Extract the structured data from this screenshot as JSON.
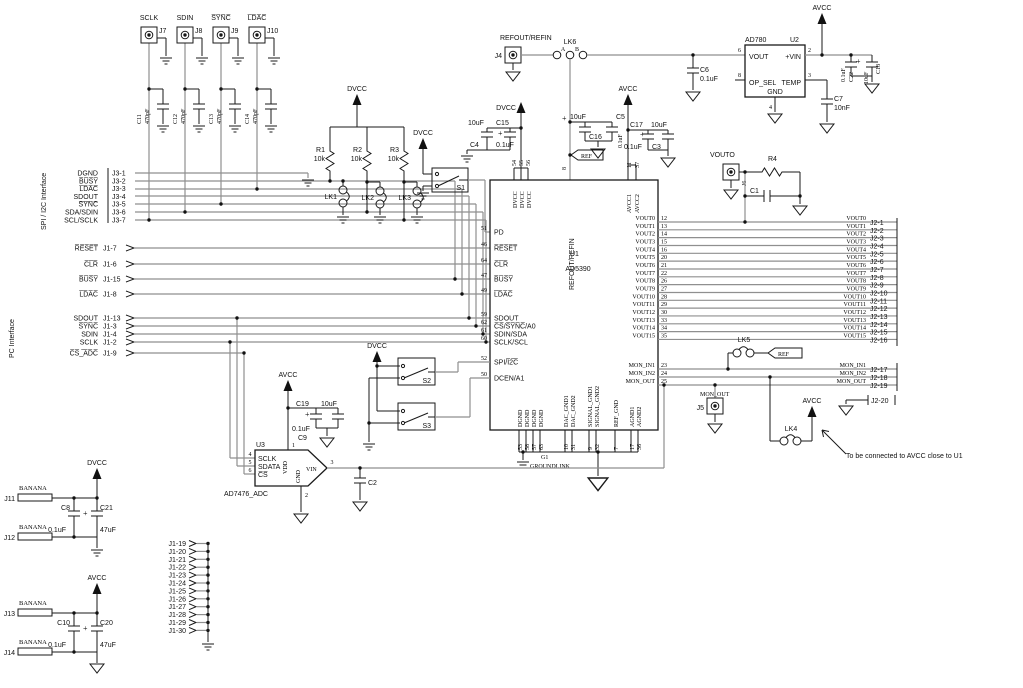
{
  "top_connectors": {
    "items": [
      {
        "label": "SCLK",
        "ref": "J7",
        "cap": "C11",
        "val": "470pF"
      },
      {
        "label": "SDIN",
        "ref": "J8",
        "cap": "C12",
        "val": "470pF"
      },
      {
        "label": "S̅Y̅N̅C̅",
        "ref": "J9",
        "cap": "C13",
        "val": "470pF"
      },
      {
        "label": "L̅D̅A̅C̅",
        "ref": "J10",
        "cap": "C14",
        "val": "470pF"
      }
    ]
  },
  "left": {
    "spi_label": "SPI / I2C Interface",
    "pc_label": "PC Interface",
    "j3_rows": [
      {
        "signal": "DGND",
        "pin": "J3-1"
      },
      {
        "signal": "B̅U̅S̅Y̅",
        "pin": "J3-2"
      },
      {
        "signal": "L̅D̅A̅C̅",
        "pin": "J3-3"
      },
      {
        "signal": "SDOUT",
        "pin": "J3-4"
      },
      {
        "signal": "S̅Y̅N̅C̅",
        "pin": "J3-5"
      },
      {
        "signal": "SDA/SDIN",
        "pin": "J3-6"
      },
      {
        "signal": "SCL/SCLK",
        "pin": "J3-7"
      }
    ],
    "j1_rows": [
      {
        "signal": "R̅E̅S̅E̅T̅",
        "pin": "J1-7"
      },
      {
        "signal": "C̅L̅R̅",
        "pin": "J1-6"
      },
      {
        "signal": "B̅U̅S̅Y̅",
        "pin": "J1-15"
      },
      {
        "signal": "L̅D̅A̅C̅",
        "pin": "J1-8"
      },
      {
        "signal": "SDOUT",
        "pin": "J1-13"
      },
      {
        "signal": "S̅Y̅N̅C̅",
        "pin": "J1-3"
      },
      {
        "signal": "SDIN",
        "pin": "J1-4"
      },
      {
        "signal": "SCLK",
        "pin": "J1-2"
      },
      {
        "signal": "C̅S̅_̅A̅D̅C̅",
        "pin": "J1-9"
      }
    ]
  },
  "pullups": {
    "rail": "DVCC",
    "resistors": [
      {
        "name": "R1",
        "value": "10k"
      },
      {
        "name": "R2",
        "value": "10k"
      },
      {
        "name": "R3",
        "value": "10k"
      }
    ],
    "links": [
      "LK1",
      "LK2",
      "LK3"
    ]
  },
  "s1": {
    "label": "S1",
    "rail": "DVCC"
  },
  "dvcc_caps": {
    "rail": "DVCC",
    "c1_val": "10uF",
    "c1_name": "C4",
    "c2_name": "C15",
    "c2_val": "0.1uF",
    "plus": "+"
  },
  "ref_net": {
    "title": "REFOUT/REFIN",
    "j4": "J4",
    "lk6": "LK6",
    "a": "A",
    "b": "B",
    "plus": "+",
    "c5_val": "10uF",
    "c5": "C5",
    "c16": "C16",
    "c16_val": "0.1uF",
    "flag": "REF"
  },
  "avcc_caps": {
    "rail": "AVCC",
    "c17": "C17",
    "c17_val": "10uF",
    "plus": "+",
    "c3": "C3",
    "c3_val": "0.1uF"
  },
  "ad780": {
    "part": "AD780",
    "ref": "U2",
    "vout": "VOUT",
    "vin": "+VIN",
    "op_sel": "OP_SEL",
    "temp": "TEMP",
    "gnd": "GND",
    "n_vout": "6",
    "n_vin": "2",
    "n_opsel": "8",
    "n_temp": "3",
    "n_gnd": "4",
    "c6": "C6",
    "c6_val": "0.1uF",
    "c7": "C7",
    "c7_val": "10nF",
    "rail": "AVCC",
    "c22": "C22",
    "c22_val": "0.1uF",
    "c18": "C18",
    "c18_val": "10uF",
    "plus": "+"
  },
  "u1": {
    "ref": "U1",
    "part": "AD5390",
    "left_pins": [
      {
        "num": "51",
        "name": "PD"
      },
      {
        "num": "46",
        "name": "R̅E̅S̅E̅T̅"
      },
      {
        "num": "64",
        "name": "C̅L̅R̅"
      },
      {
        "num": "47",
        "name": "B̅U̅S̅Y̅"
      },
      {
        "num": "49",
        "name": "L̅D̅A̅C̅"
      },
      {
        "num": "59",
        "name": "SDOUT"
      },
      {
        "num": "62",
        "name": "C̅S̅/S̅Y̅N̅C̅/A0"
      },
      {
        "num": "61",
        "name": "SDIN/SDA"
      },
      {
        "num": "60",
        "name": "SCLK/SCL"
      },
      {
        "num": "52",
        "name": "SPI/I̅2̅C̅"
      },
      {
        "num": "50",
        "name": "DCEN/A1"
      }
    ],
    "top_dvcc": {
      "name": "DVCC",
      "nums": [
        "54",
        "55",
        "56"
      ]
    },
    "top_refin": {
      "name": "REFOUT/REFIN",
      "num": "8"
    },
    "top_avcc": [
      {
        "name": "AVCC1",
        "num": "11"
      },
      {
        "name": "AVCC2",
        "num": "37"
      }
    ],
    "bottom_pins": [
      {
        "name": "DGND",
        "num": "53"
      },
      {
        "name": "DGND",
        "num": "58"
      },
      {
        "name": "DGND",
        "num": "57"
      },
      {
        "name": "DGND",
        "num": "63"
      },
      {
        "name": "DAC_GND1",
        "num": "10"
      },
      {
        "name": "DAC_GND2",
        "num": "31"
      },
      {
        "name": "SIGNAL_GND1",
        "num": "9"
      },
      {
        "name": "SIGNAL_GND2",
        "num": "32"
      },
      {
        "name": "REF_GND",
        "num": "7"
      },
      {
        "name": "AGND1",
        "num": "17"
      },
      {
        "name": "AGND2",
        "num": "36"
      }
    ],
    "vout_rows": [
      {
        "name": "VOUT0",
        "num": "12",
        "j2": "J2-1"
      },
      {
        "name": "VOUT1",
        "num": "13",
        "j2": "J2-2"
      },
      {
        "name": "VOUT2",
        "num": "14",
        "j2": "J2-3"
      },
      {
        "name": "VOUT3",
        "num": "15",
        "j2": "J2-4"
      },
      {
        "name": "VOUT4",
        "num": "16",
        "j2": "J2-5"
      },
      {
        "name": "VOUT5",
        "num": "20",
        "j2": "J2-6"
      },
      {
        "name": "VOUT6",
        "num": "21",
        "j2": "J2-7"
      },
      {
        "name": "VOUT7",
        "num": "22",
        "j2": "J2-8"
      },
      {
        "name": "VOUT8",
        "num": "26",
        "j2": "J2-9"
      },
      {
        "name": "VOUT9",
        "num": "27",
        "j2": "J2-10"
      },
      {
        "name": "VOUT10",
        "num": "28",
        "j2": "J2-11"
      },
      {
        "name": "VOUT11",
        "num": "29",
        "j2": "J2-12"
      },
      {
        "name": "VOUT12",
        "num": "30",
        "j2": "J2-13"
      },
      {
        "name": "VOUT13",
        "num": "33",
        "j2": "J2-14"
      },
      {
        "name": "VOUT14",
        "num": "34",
        "j2": "J2-15"
      },
      {
        "name": "VOUT15",
        "num": "35",
        "j2": "J2-16"
      }
    ],
    "mon_rows": [
      {
        "name": "MON_IN1",
        "num": "23",
        "j2": "J2-17"
      },
      {
        "name": "MON_IN2",
        "num": "24",
        "j2": "J2-18"
      },
      {
        "name": "MON_OUT",
        "num": "25",
        "j2": "J2-19"
      }
    ]
  },
  "vout0_net": {
    "label": "VOUTO",
    "j6": "J6",
    "r4": "R4",
    "c1": "C1"
  },
  "mon_net": {
    "lk5": "LK5",
    "flag": "REF",
    "lk4": "LK4",
    "rail": "AVCC",
    "j5": "J5",
    "j5_label": "MON_OUT",
    "j2_20": "J2-20",
    "note": "To be connected to AVCC close to U1"
  },
  "spi_sel": {
    "rail": "DVCC",
    "s2": "S2",
    "s3": "S3"
  },
  "adc": {
    "ref": "U3",
    "part": "AD7476_ADC",
    "sclk": "SCLK",
    "sdata": "SDATA",
    "cs": "C̅S̅",
    "vdd": "VDD",
    "gnd": "GND",
    "vin": "VIN",
    "n_sclk": "4",
    "n_sdata": "5",
    "n_cs": "6",
    "n_vdd": "1",
    "n_gnd": "2",
    "n_vin": "3",
    "rail": "AVCC",
    "c19": "C19",
    "c19_val": "10uF",
    "plus": "+",
    "c9": "C9",
    "c9_val": "0.1uF",
    "c2": "C2"
  },
  "power_in": {
    "groups": [
      {
        "rail": "DVCC",
        "jtype": "BANANA",
        "jtop": "J11",
        "jbot": "J12",
        "cs_name": "C8",
        "cs_val": "0.1uF",
        "cb_name": "C21",
        "cb_val": "47uF",
        "plus": "+"
      },
      {
        "rail": "AVCC",
        "jtype": "BANANA",
        "jtop": "J13",
        "jbot": "J14",
        "cs_name": "C10",
        "cs_val": "0.1uF",
        "cb_name": "C20",
        "cb_val": "47uF",
        "plus": "+"
      }
    ]
  },
  "gnd_bus": {
    "rows": [
      "J1-19",
      "J1-20",
      "J1-21",
      "J1-22",
      "J1-23",
      "J1-24",
      "J1-25",
      "J1-26",
      "J1-27",
      "J1-28",
      "J1-29",
      "J1-30"
    ]
  },
  "groundlink": {
    "g1": "G1",
    "label": "GROUNDLINK"
  }
}
